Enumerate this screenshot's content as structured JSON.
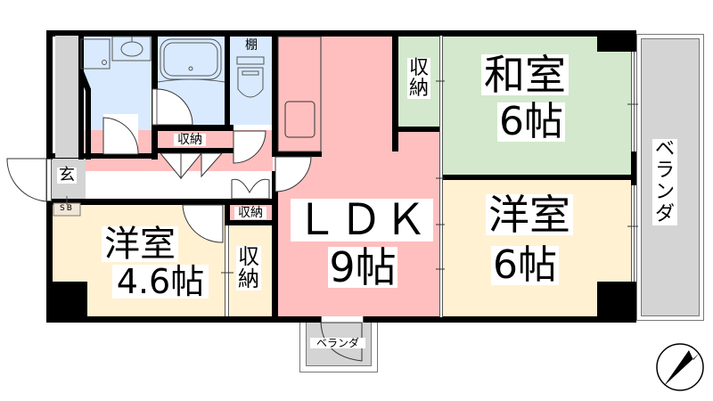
{
  "floorplan": {
    "colors": {
      "wall": "#000000",
      "ldk": "#ffbfbf",
      "washitsu": "#d3e8cc",
      "yoshitsu": "#fff1d2",
      "wet_area": "#d9eaff",
      "balcony": "#d4d4d4",
      "entrance": "#d4d4d4"
    },
    "rooms": {
      "ldk": {
        "name": "ＬＤＫ",
        "size": "9帖"
      },
      "washitsu": {
        "name": "和室",
        "size": "6帖"
      },
      "yoshitsu_east": {
        "name": "洋室",
        "size": "6帖"
      },
      "yoshitsu_west": {
        "name": "洋室",
        "size": "4.6帖"
      }
    },
    "labels": {
      "entrance": "玄",
      "shoe_box": "SB",
      "shelf": "棚",
      "storage": "収納",
      "storage_vertical_1": "収\n納",
      "storage_vertical_2": "収\n納",
      "balcony_east": "ベ\nラ\nン\nダ",
      "balcony_south": "ベランダ"
    },
    "compass": {
      "icon": "north-arrow-icon",
      "direction": "northeast"
    }
  }
}
